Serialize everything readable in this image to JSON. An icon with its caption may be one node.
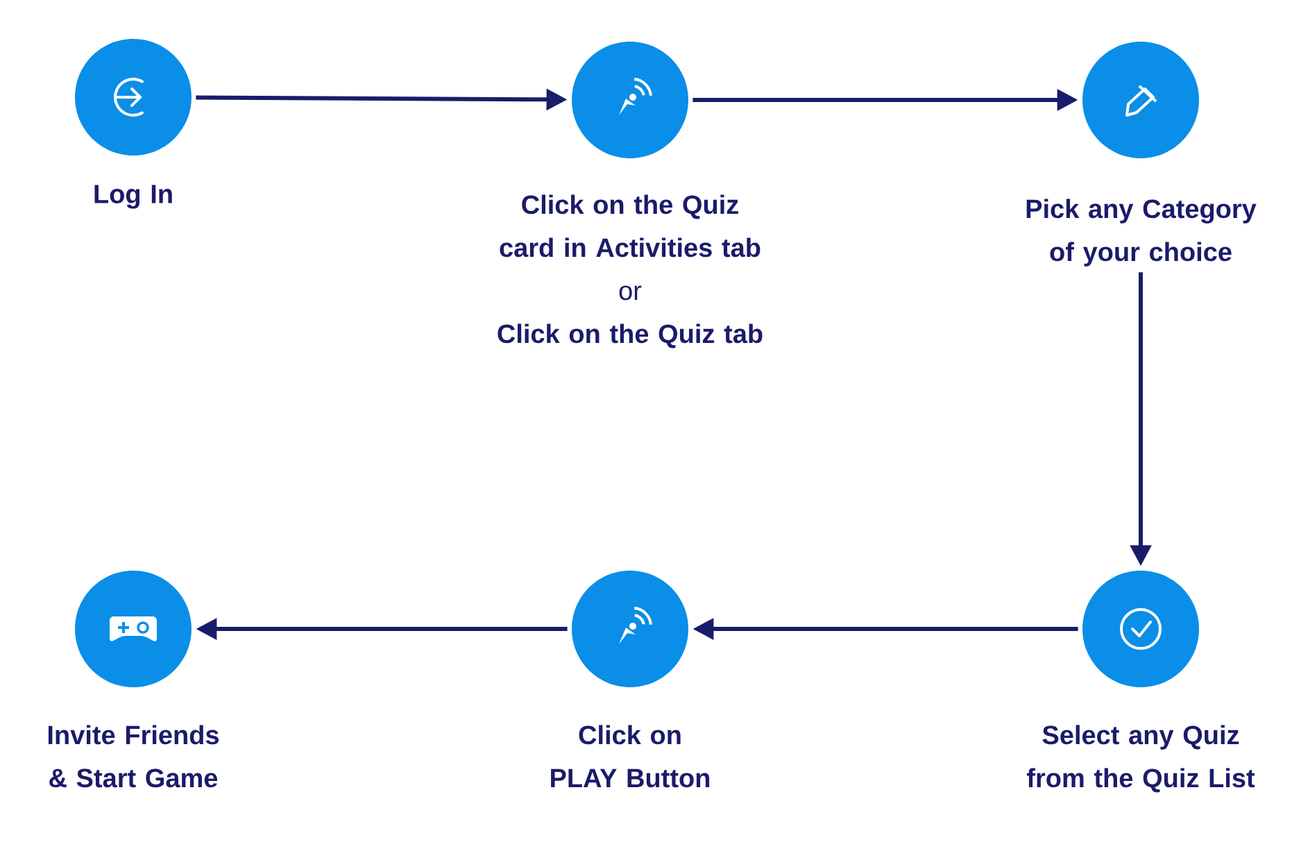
{
  "diagram": {
    "nodes": [
      {
        "text": [
          "Log In"
        ]
      },
      {
        "text": [
          "Click on the Quiz card in Activities tab",
          "or",
          "Click on the Quiz tab"
        ]
      },
      {
        "text": [
          "Pick any Category of your choice"
        ]
      },
      {
        "text": [
          "Invite Friends & Start Game"
        ]
      },
      {
        "text": [
          "Click on PLAY Button"
        ]
      },
      {
        "text": [
          "Select any Quiz from the Quiz List"
        ]
      }
    ],
    "edges": [
      {
        "from": 0,
        "to": 1,
        "arrow": "to"
      },
      {
        "from": 1,
        "to": 2,
        "arrow": "to"
      },
      {
        "from": 2,
        "to": 5,
        "arrow": "to"
      },
      {
        "from": 5,
        "to": 4,
        "arrow": "to"
      },
      {
        "from": 4,
        "to": 3,
        "arrow": "to"
      }
    ]
  }
}
